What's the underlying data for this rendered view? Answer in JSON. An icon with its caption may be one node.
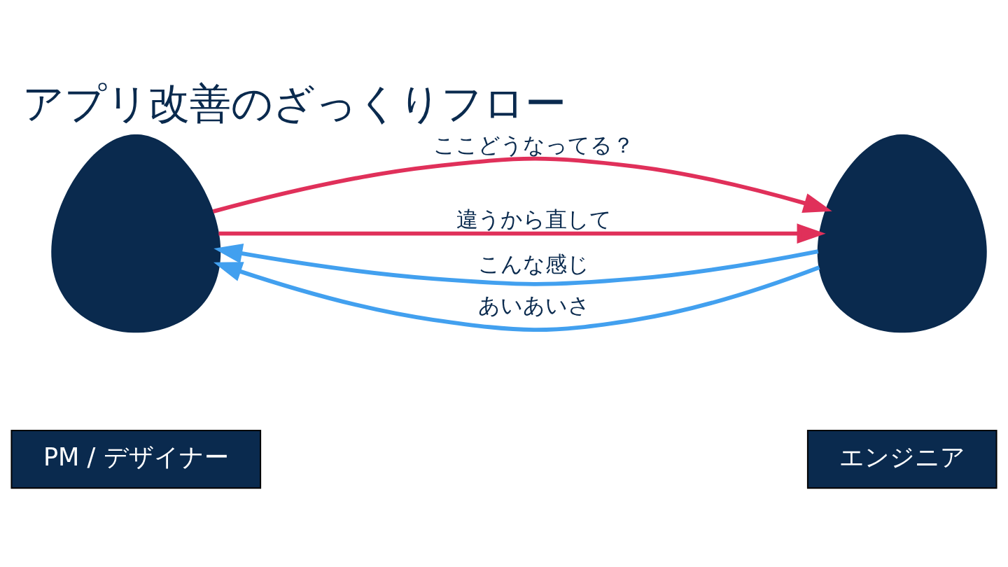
{
  "diagram": {
    "title": "アプリ改善のざっくりフロー",
    "nodes": [
      {
        "text": [],
        "shape": "person"
      },
      {
        "text": [
          "PM / デザイナー"
        ]
      },
      {
        "text": [],
        "shape": "person"
      },
      {
        "text": [
          "エンジニア"
        ]
      }
    ],
    "edges": [
      {
        "from": 0,
        "to": 2,
        "arrow": "to",
        "label": "ここどうなってる？",
        "color": "#e0305a"
      },
      {
        "from": 2,
        "to": 0,
        "arrow": "to",
        "label": "こんな感じ",
        "color": "#42a0ef"
      },
      {
        "from": 0,
        "to": 2,
        "arrow": "to",
        "label": "違うから直して",
        "color": "#e0305a"
      },
      {
        "from": 2,
        "to": 0,
        "arrow": "to",
        "label": "あいあいさ",
        "color": "#42a0ef"
      }
    ]
  }
}
